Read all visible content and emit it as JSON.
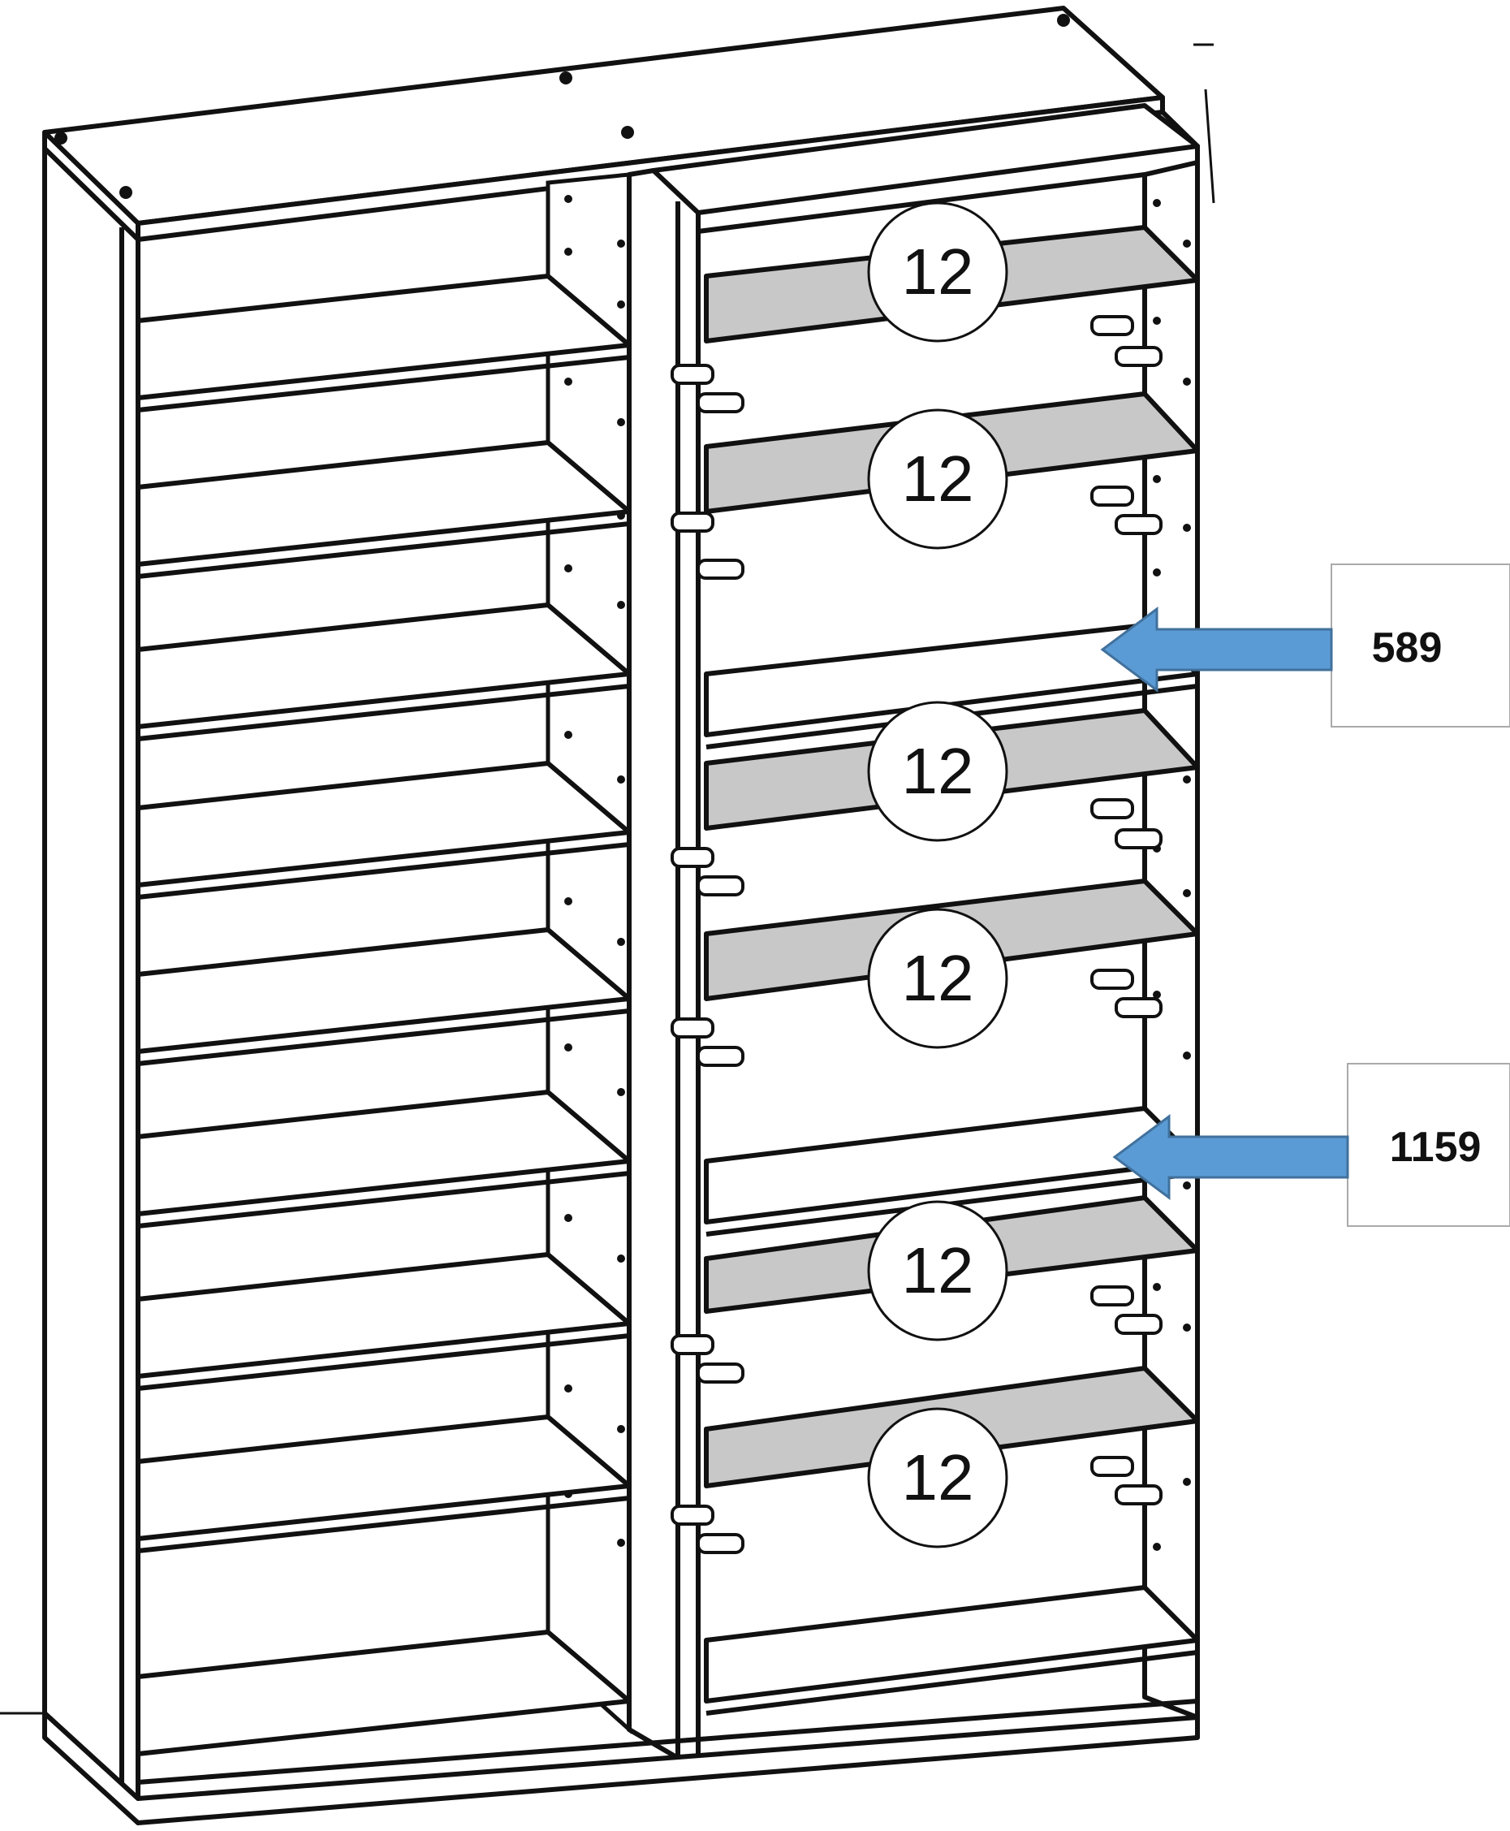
{
  "diagram": {
    "shelf_badges": [
      {
        "id": "badge-1",
        "label": "12"
      },
      {
        "id": "badge-2",
        "label": "12"
      },
      {
        "id": "badge-3",
        "label": "12"
      },
      {
        "id": "badge-4",
        "label": "12"
      },
      {
        "id": "badge-5",
        "label": "12"
      },
      {
        "id": "badge-6",
        "label": "12"
      }
    ],
    "callouts": [
      {
        "id": "callout-upper",
        "label": "589"
      },
      {
        "id": "callout-lower",
        "label": "1159"
      }
    ],
    "colors": {
      "line": "#111111",
      "highlight_shelf": "#c8c8c8",
      "arrow": "#5b9bd5",
      "arrow_edge": "#41719c"
    }
  }
}
